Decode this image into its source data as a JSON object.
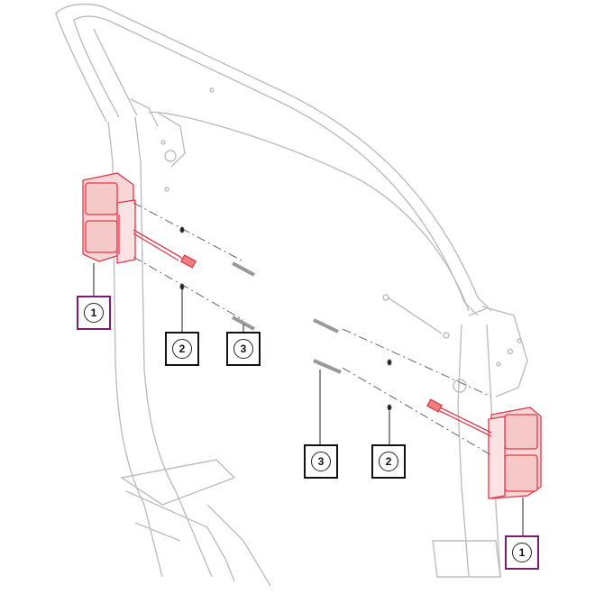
{
  "callouts": [
    {
      "id": "c1-left",
      "label": "1",
      "highlight": true
    },
    {
      "id": "c2-left",
      "label": "2",
      "highlight": false
    },
    {
      "id": "c3-left",
      "label": "3",
      "highlight": false
    },
    {
      "id": "c3-right",
      "label": "3",
      "highlight": false
    },
    {
      "id": "c2-right",
      "label": "2",
      "highlight": false
    },
    {
      "id": "c1-right",
      "label": "1",
      "highlight": true
    }
  ],
  "colors": {
    "frame_line": "#bdbdbd",
    "lamp_fill": "#f6c9c9",
    "lamp_stroke": "#e0394a",
    "highlight_box": "#7a1f6e",
    "part_stroke": "#555555"
  }
}
